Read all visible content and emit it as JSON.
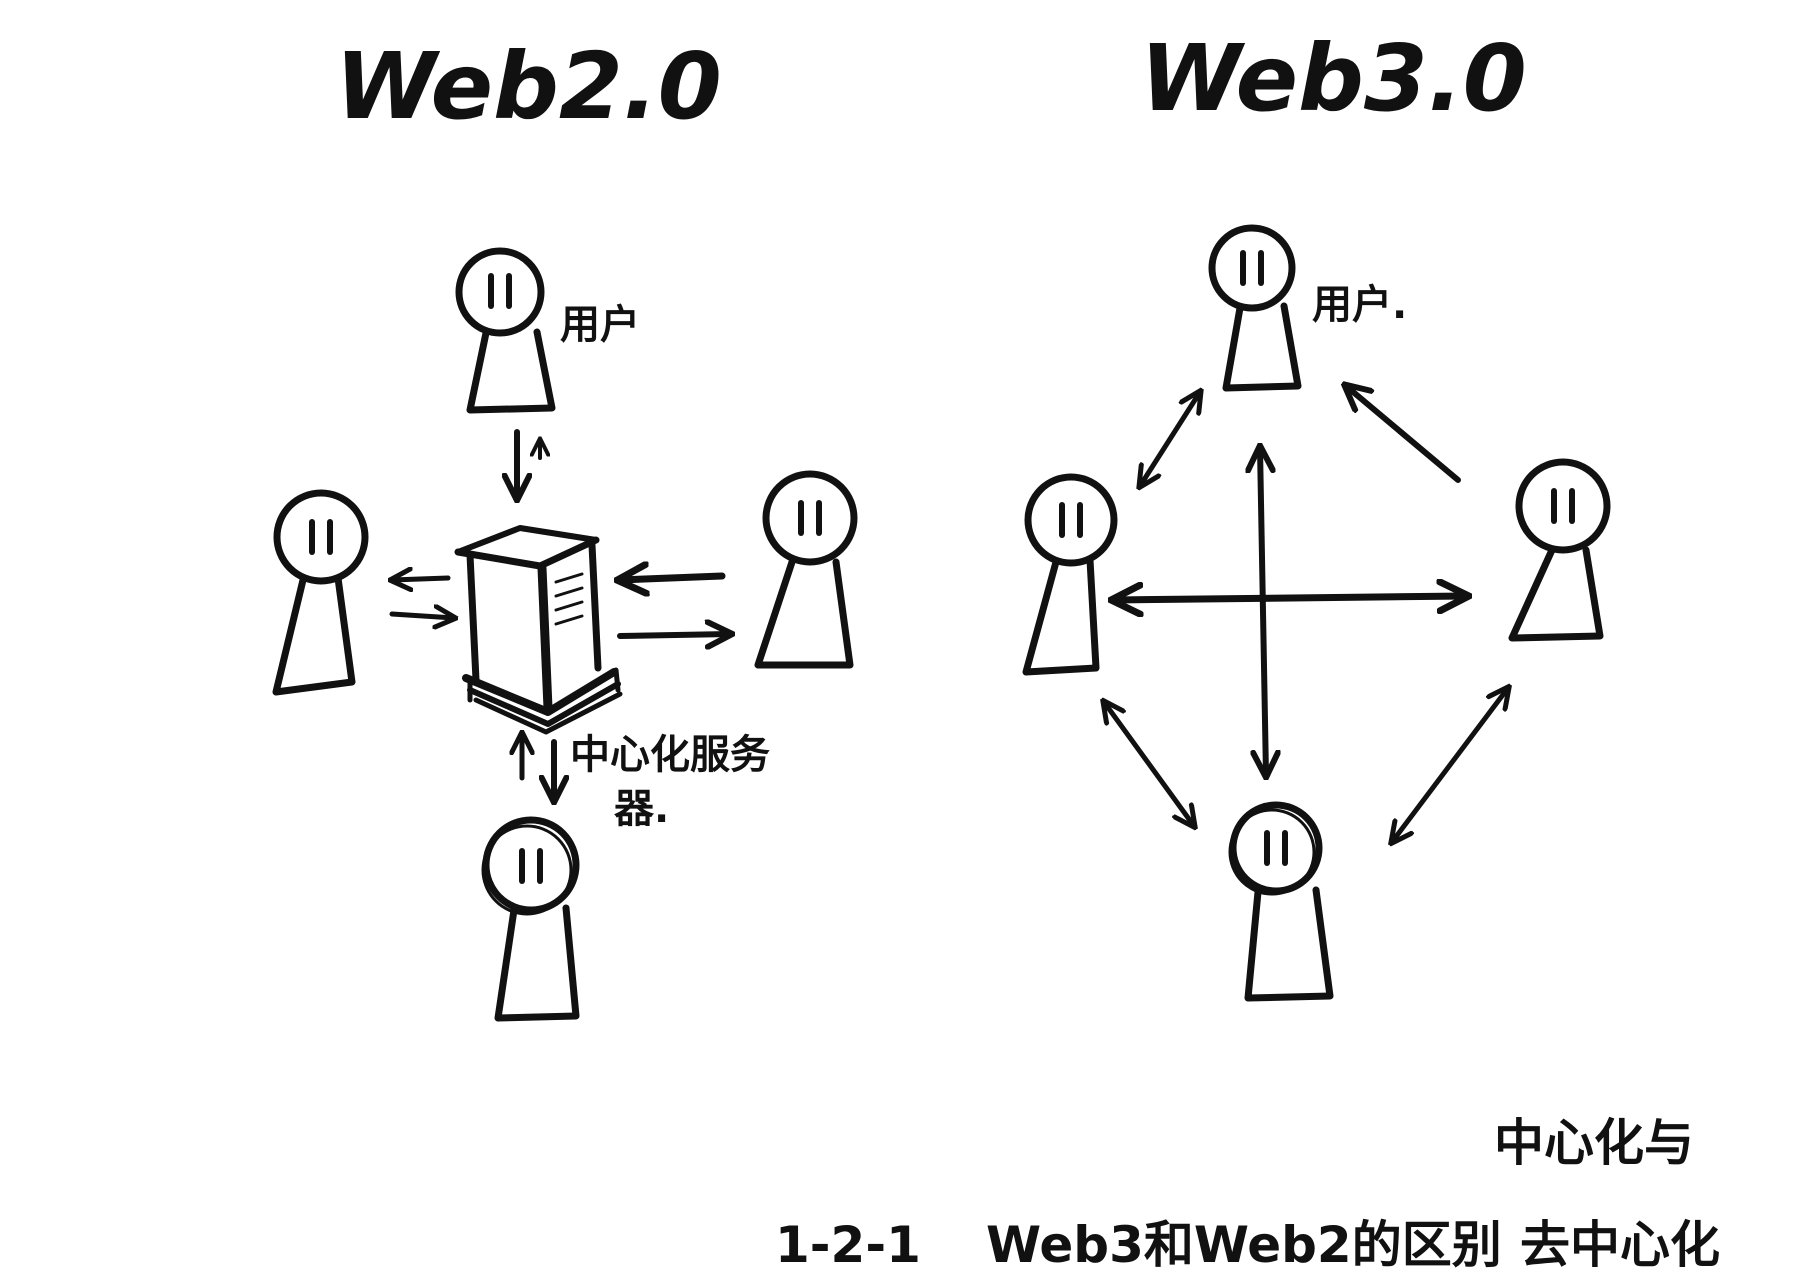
{
  "diagram": {
    "left_title": "Web2.0",
    "right_title": "Web3.0",
    "user_label_left": "用户",
    "user_label_right": "用户.",
    "server_label_line1": "中心化服务",
    "server_label_line2": "器.",
    "caption_number": "1-2-1",
    "caption_text": "Web3和Web2的区别",
    "caption_note_line1": "中心化与",
    "caption_note_line2": "去中心化"
  }
}
